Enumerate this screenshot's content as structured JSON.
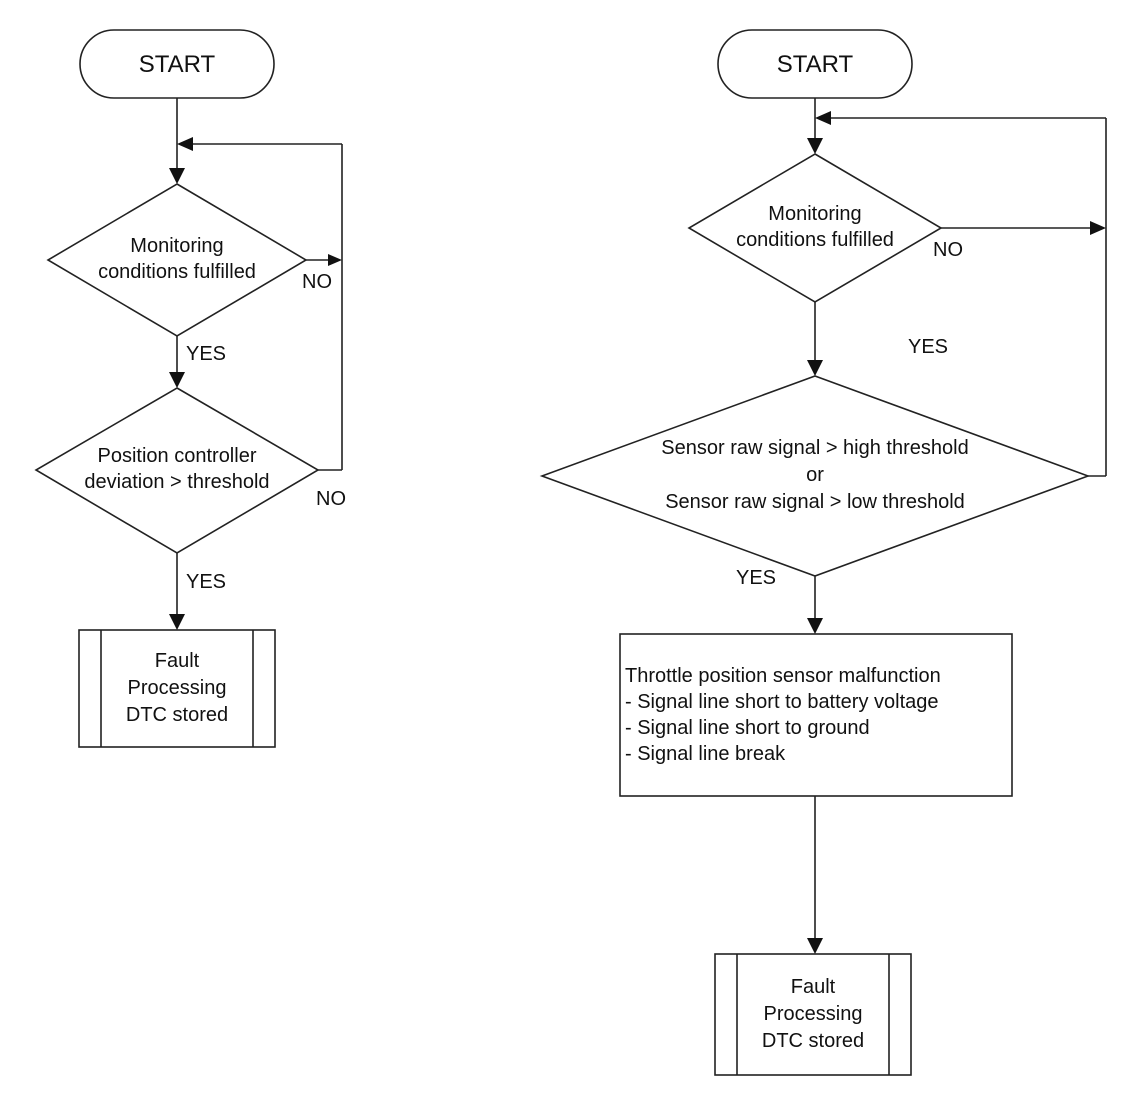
{
  "left_flowchart": {
    "start": "START",
    "decision1": [
      "Monitoring",
      "conditions fulfilled"
    ],
    "decision1_no": "NO",
    "decision1_yes": "YES",
    "decision2": [
      "Position controller",
      "deviation > threshold"
    ],
    "decision2_no": "NO",
    "decision2_yes": "YES",
    "process": [
      "Fault",
      "Processing",
      "DTC stored"
    ]
  },
  "right_flowchart": {
    "start": "START",
    "decision1": [
      "Monitoring",
      "conditions fulfilled"
    ],
    "decision1_no": "NO",
    "decision1_yes": "YES",
    "decision2": [
      "Sensor raw signal > high threshold",
      "or",
      "Sensor raw signal > low threshold"
    ],
    "decision2_yes": "YES",
    "malfunction": [
      "Throttle position sensor malfunction",
      "- Signal line short to battery voltage",
      "- Signal line short to ground",
      "- Signal line break"
    ],
    "process": [
      "Fault",
      "Processing",
      "DTC stored"
    ]
  },
  "colors": {
    "stroke": "#222222",
    "text": "#111111",
    "background": "#ffffff"
  }
}
